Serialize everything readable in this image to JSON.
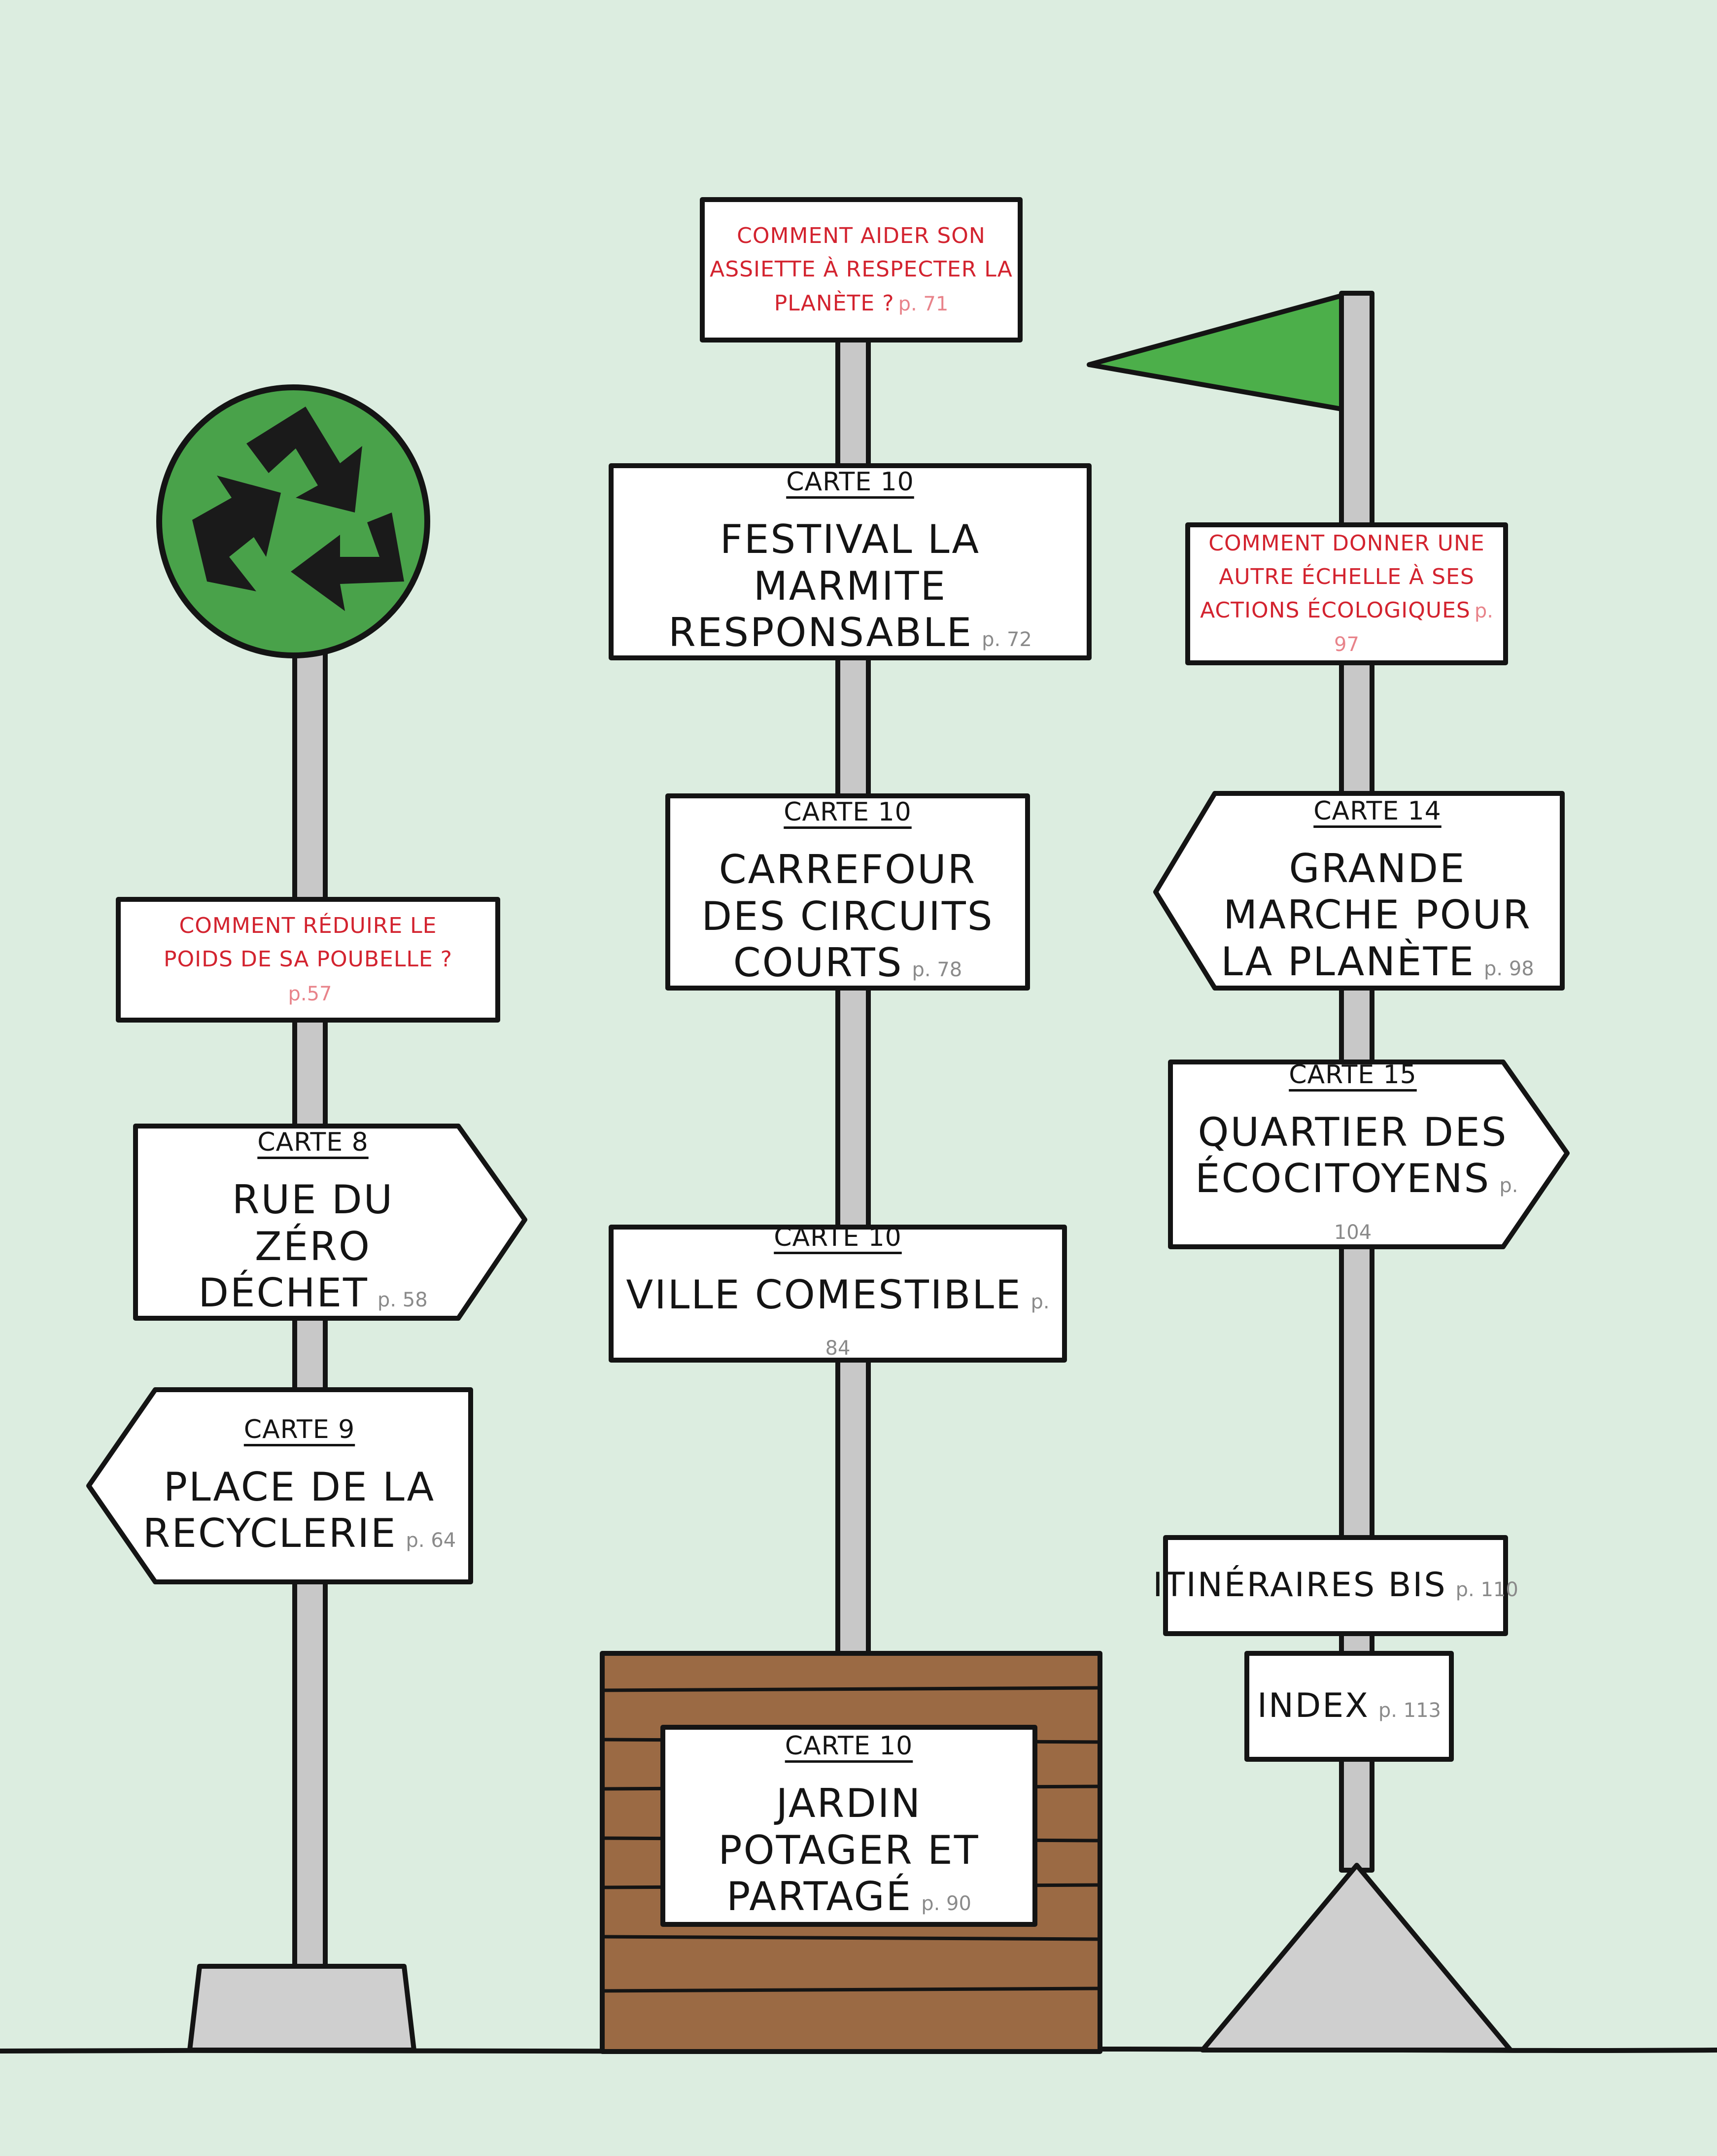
{
  "colors": {
    "background": "#dcede0",
    "pole": "#c8c8c8",
    "sign_fill": "#ffffff",
    "outline": "#141414",
    "question_red": "#d3232f",
    "page_grey": "#8a8a8a",
    "recycle_green": "#49a24a",
    "flag_green": "#4caf4a",
    "crate_brown": "#9b6a44",
    "base_grey": "#cfcfcf"
  },
  "icons": {
    "recycle": "recycle-icon",
    "flag": "green-flag-icon"
  },
  "left_post": {
    "question": {
      "text": "Comment réduire le poids de sa poubelle ?",
      "page": "p.57"
    },
    "sign_carte8": {
      "label": "CARTE 8",
      "title": "Rue du Zéro Déchet",
      "page": "p. 58"
    },
    "sign_carte9": {
      "label": "CARTE 9",
      "title": "Place de la Recyclerie",
      "page": "p. 64"
    }
  },
  "middle_post": {
    "question": {
      "text": "Comment aider son assiette à respecter la planète ?",
      "page": "p. 71"
    },
    "sign_festival": {
      "label": "CARTE 10",
      "title": "Festival la Marmite Responsable",
      "page": "p. 72"
    },
    "sign_carrefour": {
      "label": "CARTE 10",
      "title": "Carrefour des Circuits Courts",
      "page": "p. 78"
    },
    "sign_ville": {
      "label": "CARTE 10",
      "title": "Ville Comestible",
      "page": "p. 84"
    },
    "sign_jardin": {
      "label": "CARTE 10",
      "title": "Jardin Potager et Partagé",
      "page": "p. 90"
    }
  },
  "right_post": {
    "question": {
      "text": "Comment donner une autre échelle à ses actions écologiques",
      "page": "p. 97"
    },
    "sign_carte14": {
      "label": "CARTE 14",
      "title": "Grande Marche pour la Planète",
      "page": "p. 98"
    },
    "sign_carte15": {
      "label": "CARTE 15",
      "title": "Quartier des Écocitoyens",
      "page": "p. 104"
    },
    "sign_itineraires": {
      "title": "Itinéraires bis",
      "page": "p. 110"
    },
    "sign_index": {
      "title": "Index",
      "page": "p. 113"
    }
  }
}
